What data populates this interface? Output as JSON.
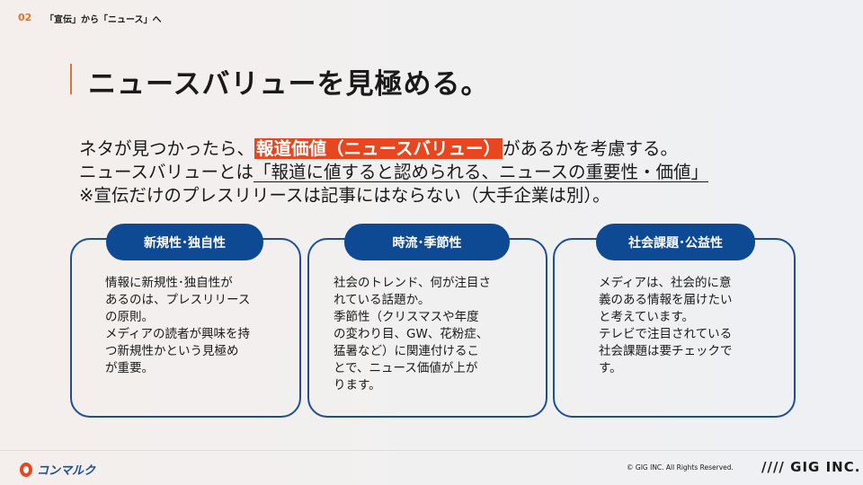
{
  "header": {
    "page_number": "02",
    "section": "「宣伝」から「ニュース」へ"
  },
  "title": "ニュースバリューを見極める。",
  "intro": {
    "line1_pre": "ネタが見つかったら、",
    "line1_highlight": "報道価値（ニュースバリュー）",
    "line1_post": "があるかを考慮する。",
    "line2_pre": "ニュースバリューとは",
    "line2_underline": "「報道に値すると認められる、ニュースの重要性・価値」",
    "line3": "※宣伝だけのプレスリリースは記事にはならない（大手企業は別）。"
  },
  "cards": [
    {
      "label": "新規性･独自性",
      "lines": [
        "情報に新規性･独自性が",
        "あるのは、プレスリリース",
        "の原則。",
        "メディアの読者が興味を持",
        "つ新規性かという見極め",
        "が重要。"
      ]
    },
    {
      "label": "時流･季節性",
      "lines": [
        "社会のトレンド、何が注目さ",
        "れている話題か。",
        "季節性（クリスマスや年度",
        "の変わり目、GW、花粉症、",
        "猛暑など）に関連付けるこ",
        "とで、ニュース価値が上が",
        "ります。"
      ]
    },
    {
      "label": "社会課題･公益性",
      "lines": [
        "メディアは、社会的に意",
        "義のある情報を届けたい",
        "と考えています。",
        "テレビで注目されている",
        "社会課題は要チェックで",
        "す。"
      ]
    }
  ],
  "footer": {
    "logo": "コンマルク",
    "copyright": "© GIG INC. All Rights Reserved.",
    "brand": "//// GIG INC."
  },
  "colors": {
    "accent": "#e8461e",
    "navy": "#0e4a94"
  }
}
